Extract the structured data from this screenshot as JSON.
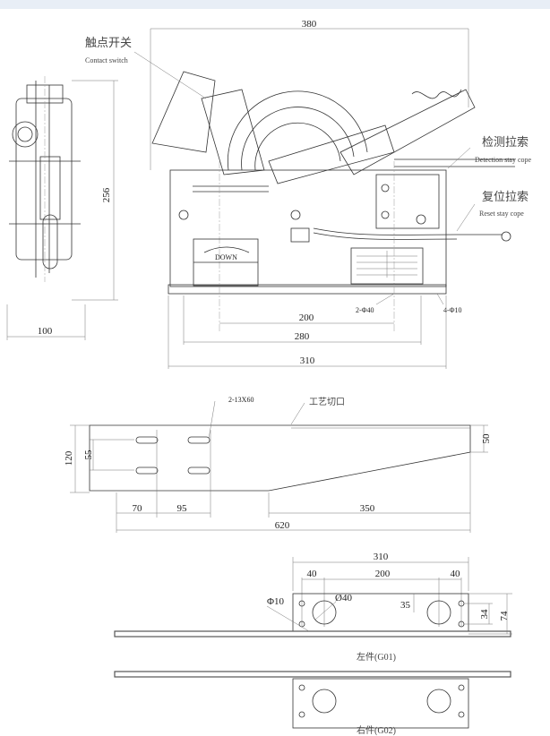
{
  "main_view": {
    "dim_overall_width": "380",
    "contact_switch_cn": "触点开关",
    "contact_switch_en": "Contact switch",
    "detection_cable_cn": "检测拉索",
    "detection_cable_en": "Detection stay cope",
    "reset_cable_cn": "复位拉索",
    "reset_cable_en": "Reset stay cope",
    "down_label": "DOWN",
    "hole_callout_large": "2-Φ40",
    "hole_callout_small": "4-Φ10",
    "dim_200": "200",
    "dim_280": "280",
    "dim_310": "310"
  },
  "side_view": {
    "dim_height": "256",
    "dim_width": "100"
  },
  "bracket_view": {
    "slot_callout": "2-13X60",
    "cut_callout": "工艺切口",
    "dim_120": "120",
    "dim_55": "55",
    "dim_50": "50",
    "dim_70": "70",
    "dim_95": "95",
    "dim_350": "350",
    "dim_620": "620"
  },
  "plate_view": {
    "dim_310": "310",
    "dim_40_left": "40",
    "dim_200": "200",
    "dim_40_right": "40",
    "dim_hole_small": "Φ10",
    "dim_hole_large": "Ø40",
    "dim_35": "35",
    "dim_34": "34",
    "dim_74": "74",
    "left_part_label": "左件(G01)",
    "right_part_label": "右件(G02)"
  }
}
